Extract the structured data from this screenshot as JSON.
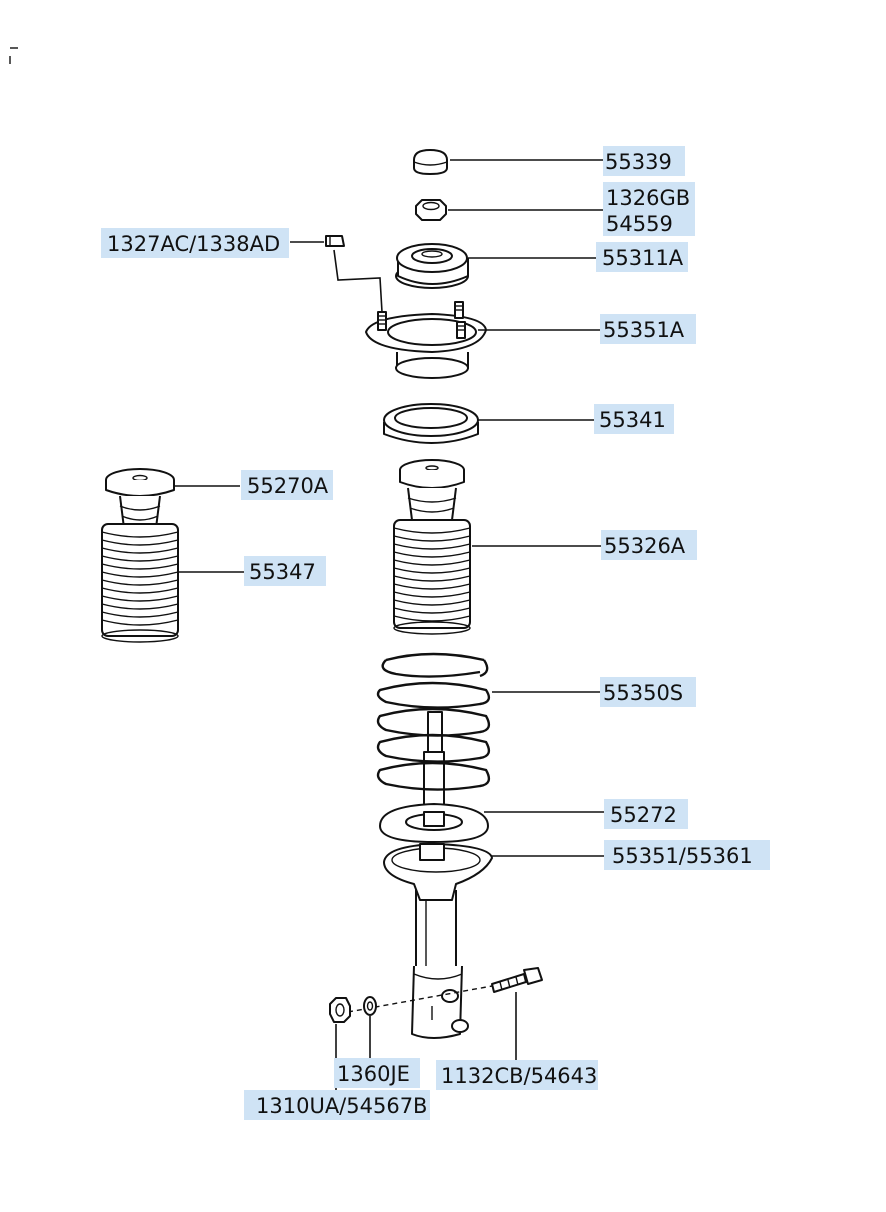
{
  "parts": [
    {
      "id": "p55339",
      "lines": [
        "55339"
      ]
    },
    {
      "id": "p1326gb",
      "lines": [
        "1326GB",
        "54559"
      ]
    },
    {
      "id": "p1327ac",
      "lines": [
        "1327AC/1338AD"
      ]
    },
    {
      "id": "p55311a",
      "lines": [
        "55311A"
      ]
    },
    {
      "id": "p55351a",
      "lines": [
        "55351A"
      ]
    },
    {
      "id": "p55341",
      "lines": [
        "55341"
      ]
    },
    {
      "id": "p55270a",
      "lines": [
        "55270A"
      ]
    },
    {
      "id": "p55326a",
      "lines": [
        "55326A"
      ]
    },
    {
      "id": "p55347",
      "lines": [
        "55347"
      ]
    },
    {
      "id": "p55350s",
      "lines": [
        "55350S"
      ]
    },
    {
      "id": "p55272",
      "lines": [
        "55272"
      ]
    },
    {
      "id": "p55351",
      "lines": [
        "55351/55361"
      ]
    },
    {
      "id": "p1360je",
      "lines": [
        "1360JE"
      ]
    },
    {
      "id": "p1132cb",
      "lines": [
        "1132CB/54643"
      ]
    },
    {
      "id": "p1310ua",
      "lines": [
        "1310UA/54567B"
      ]
    }
  ]
}
